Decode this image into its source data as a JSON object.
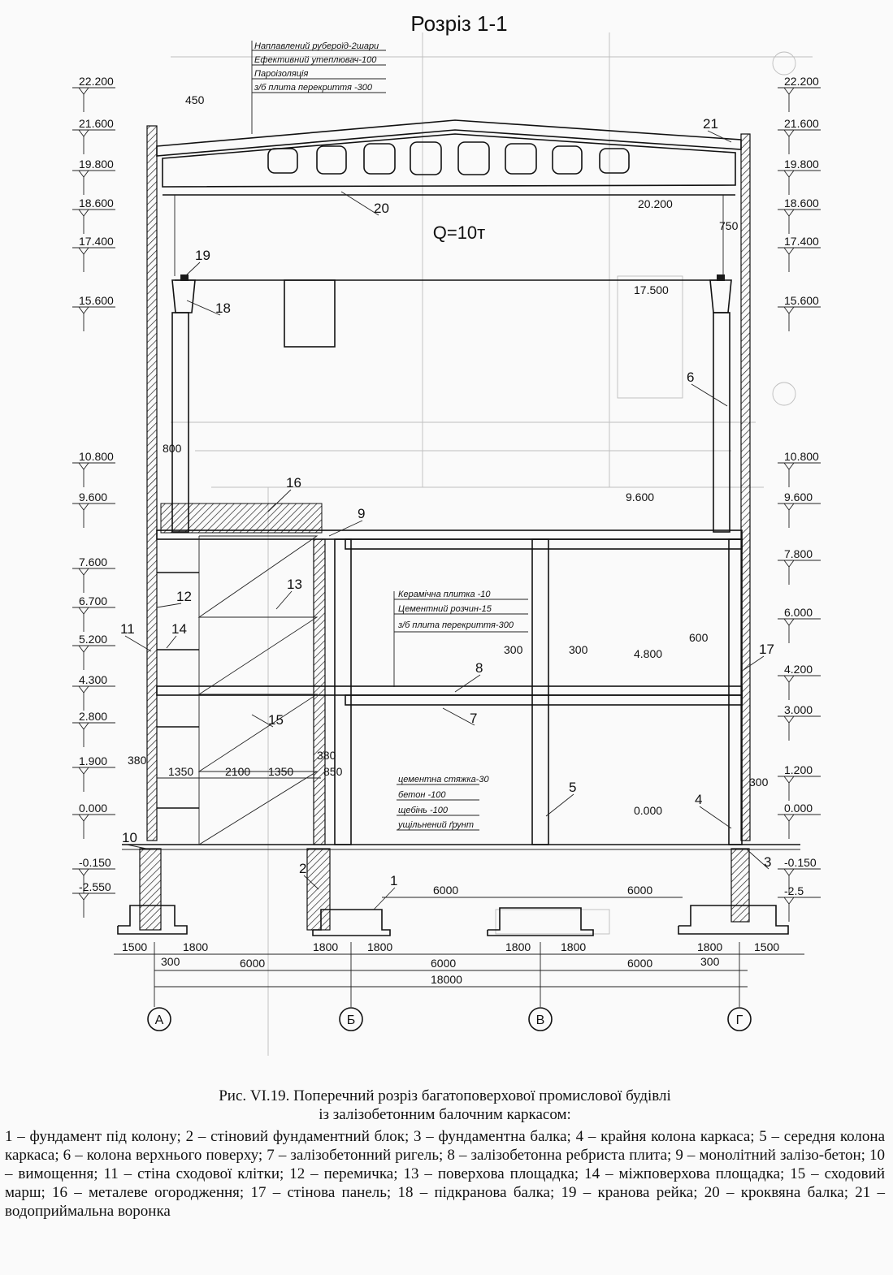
{
  "title": "Розріз 1-1",
  "roof_notes": [
    "Наплавлений рубероїд-2шари",
    "Ефективний утеплювач-100",
    "Пароізоляція",
    "з/б плита перекриття -300"
  ],
  "floor_notes": [
    "Керамічна плитка -10",
    "Цементний розчин-15",
    "з/б плита перекриття-300"
  ],
  "ground_notes": [
    "цементна стяжка-30",
    "бетон -100",
    "щебінь -100",
    "ущільнений ґрунт"
  ],
  "crane_label": "Q=10т",
  "left_levels": [
    "22.200",
    "21.600",
    "19.800",
    "18.600",
    "17.400",
    "15.600",
    "10.800",
    "9.600",
    "7.600",
    "6.700",
    "5.200",
    "4.300",
    "2.800",
    "1.900",
    "0.000",
    "-0.150",
    "-2.550"
  ],
  "right_levels": [
    "22.200",
    "21.600",
    "19.800",
    "18.600",
    "17.400",
    "15.600",
    "10.800",
    "9.600",
    "7.800",
    "6.000",
    "4.200",
    "3.000",
    "1.200",
    "0.000",
    "-0.150",
    "-2.5"
  ],
  "inner_levels": [
    "20.200",
    "17.500",
    "9.600",
    "4.800",
    "0.000"
  ],
  "dims": {
    "d450": "450",
    "d800": "800",
    "d750": "750",
    "d600": "600",
    "d300a": "300",
    "d300b": "300",
    "d380a": "380",
    "d380b": "380",
    "d850": "850",
    "d300c": "300",
    "d1350a": "1350",
    "d2100": "2100",
    "d1350b": "1350",
    "b1500a": "1500",
    "b1800a": "1800",
    "b1800b": "1800",
    "b1800c": "1800",
    "b1800d": "1800",
    "b1800e": "1800",
    "b1800f": "1800",
    "b1500b": "1500",
    "b300a": "300",
    "b300b": "300",
    "s6000a": "6000",
    "s6000b": "6000",
    "s6000c": "6000",
    "s6000d": "6000",
    "s6000e": "6000",
    "total": "18000"
  },
  "axes": [
    "А",
    "Б",
    "В",
    "Г"
  ],
  "labels": [
    "1",
    "2",
    "3",
    "4",
    "5",
    "6",
    "7",
    "8",
    "9",
    "10",
    "11",
    "12",
    "13",
    "14",
    "15",
    "16",
    "17",
    "18",
    "19",
    "20",
    "21"
  ],
  "caption_title_1": "Рис. VI.19. Поперечний розріз багатоповерхової промислової будівлі",
  "caption_title_2": "із залізобетонним балочним каркасом:",
  "caption_legend": "1 – фундамент під колону; 2 – стіновий фундаментний блок; 3 – фундаментна балка; 4 – крайня колона каркаса; 5 – середня колона каркаса; 6 – колона верхнього поверху; 7 – залізобетонний ригель; 8 – залізобетонна ребриста плита; 9 – монолітний залізо-бетон; 10 – вимощення; 11 – стіна сходової клітки; 12 – перемичка; 13 – поверхова площадка; 14 – міжповерхова площадка; 15 – сходовий марш; 16 – металеве огородження; 17 – стінова панель; 18 – підкранова балка; 19 – кранова рейка; 20 – кроквяна балка; 21 – водоприймальна воронка"
}
